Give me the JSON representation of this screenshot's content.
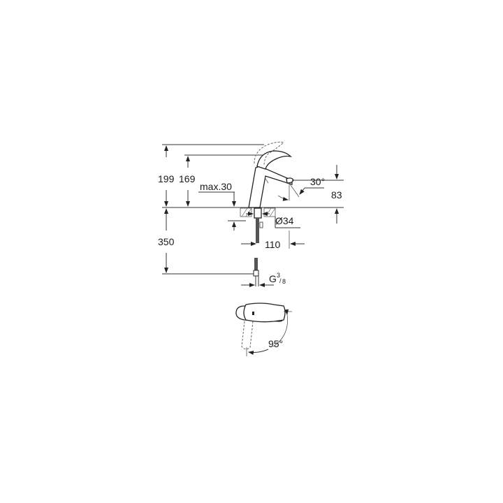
{
  "drawing": {
    "type": "faucet-technical-drawing",
    "dimensions": {
      "total_height": "199",
      "spout_height": "169",
      "deck_thickness": "max.30",
      "spout_angle": "30°",
      "aerator_height": "83",
      "hole_diameter": "Ø34",
      "spout_reach": "110",
      "hose_length": "350",
      "connection_thread_main": "G",
      "connection_thread_num": "3",
      "connection_thread_den": "8",
      "lever_rotation": "95°"
    }
  }
}
